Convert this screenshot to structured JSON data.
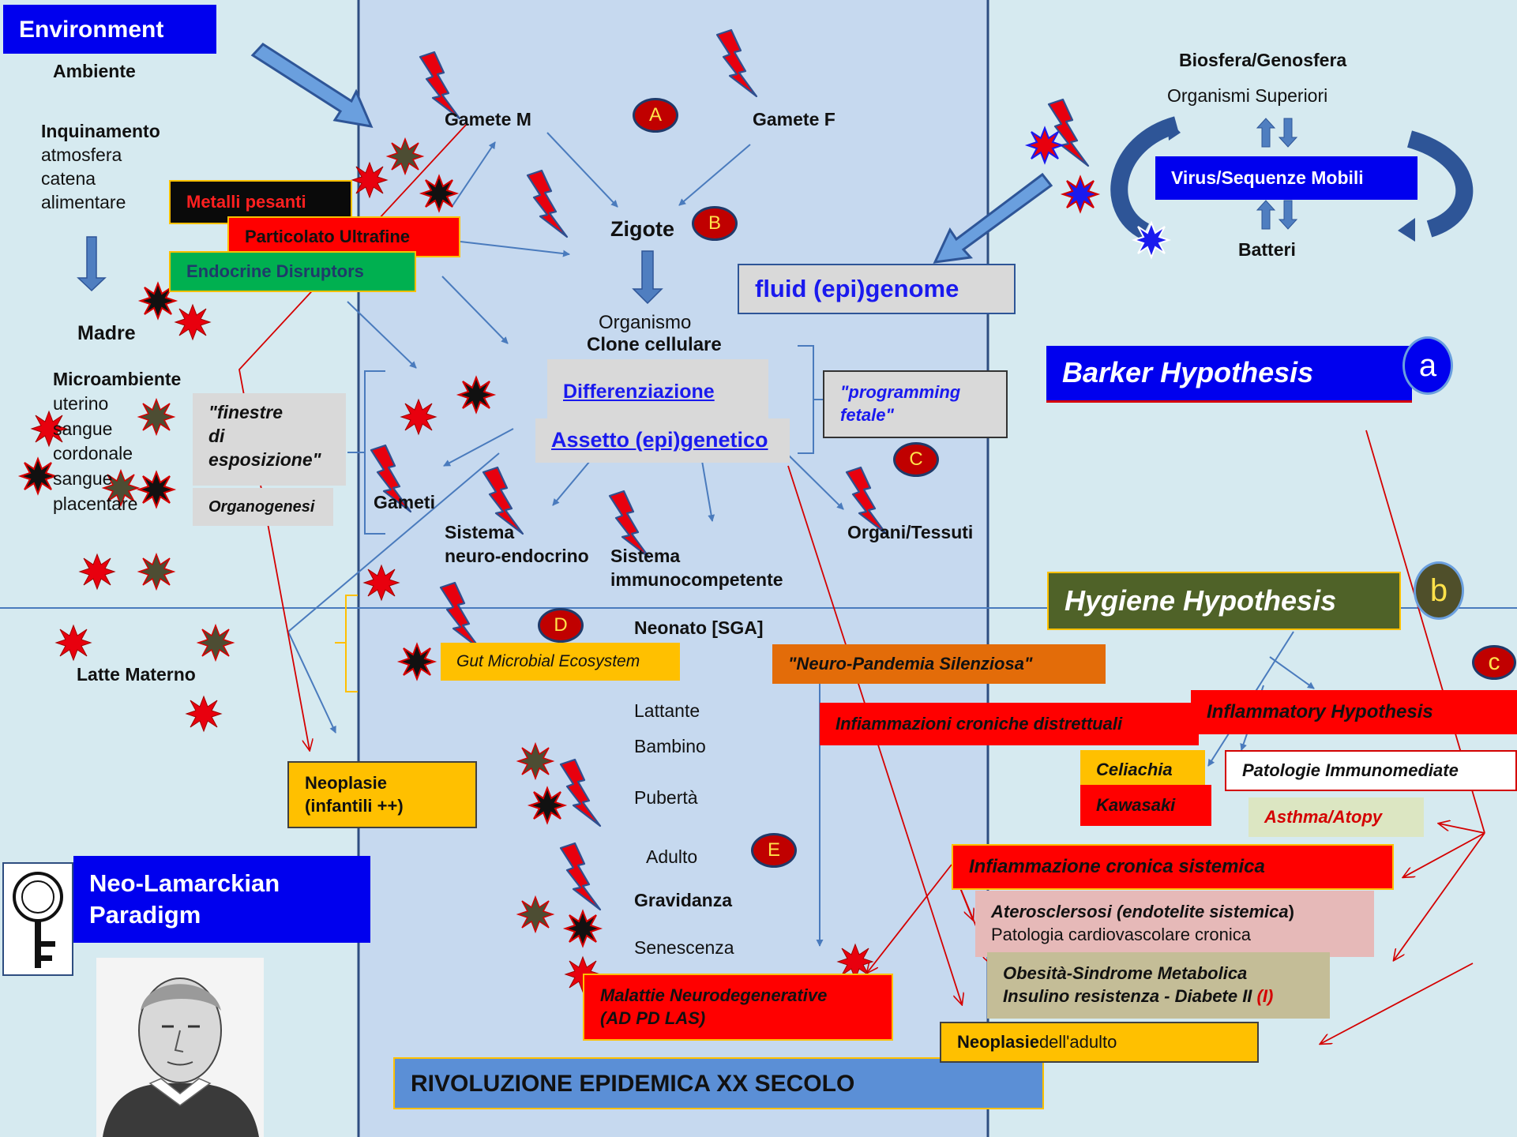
{
  "left": {
    "environment": "Environment",
    "ambiente": "Ambiente",
    "inquinamento_title": "Inquinamento",
    "inquinamento_lines": "atmosfera\ncatena\nalimentare",
    "madre": "Madre",
    "microambiente_title": "Microambiente",
    "microambiente_lines": "uterino\nsangue\ncordonale\nsangue\nplacentare",
    "latte": "Latte Materno",
    "finestre": "\"finestre\ndi\nesposizione\"",
    "organogenesi": "Organogenesi",
    "neoplasie_infantili": "Neoplasie\n(infantili ++)",
    "paradigm": "Neo-Lamarckian\nParadigm"
  },
  "pollutants": {
    "metalli": "Metalli pesanti",
    "particolato": "Particolato Ultrafine",
    "endocrine": "Endocrine Disruptors"
  },
  "center": {
    "gamete_m": "Gamete M",
    "gamete_f": "Gamete F",
    "zigote": "Zigote",
    "organismo": "Organismo",
    "clone": "Clone cellulare",
    "differenziazione": "Differenziazione",
    "assetto": "Assetto (epi)genetico",
    "programming": "\"programming\nfetale\"",
    "gameti": "Gameti",
    "neuro_endocrino": "Sistema\nneuro-endocrino",
    "immuno": "Sistema\nimmunocompetente",
    "organi": "Organi/Tessuti",
    "neonato": "Neonato [SGA]",
    "gut": "Gut Microbial Ecosystem",
    "life_stages": [
      "Lattante",
      "Bambino",
      "Pubertà",
      "Adulto",
      "Gravidanza",
      "Senescenza"
    ],
    "neurodeg": "Malattie Neurodegenerative\n(AD  PD  LAS)",
    "rivoluzione": "RIVOLUZIONE EPIDEMICA XX SECOLO",
    "neuro_pandemia": "\"Neuro-Pandemia Silenziosa\""
  },
  "badges": [
    "A",
    "B",
    "C",
    "D",
    "E"
  ],
  "right": {
    "biosfera": "Biosfera/Genosfera",
    "organismi": "Organismi Superiori",
    "virus": "Virus/Sequenze  Mobili",
    "batteri": "Batteri",
    "fluid": "fluid (epi)genome",
    "barker": "Barker Hypothesis",
    "barker_badge": "a",
    "hygiene": "Hygiene Hypothesis",
    "hygiene_badge": "b",
    "inflam_badge": "c",
    "inflammatory": "Inflammatory Hypothesis",
    "infiammazioni_croniche": "Infiammazioni croniche distrettuali",
    "celiachia": "Celiachia",
    "kawasaki": "Kawasaki",
    "patologie": "Patologie Immunomediate",
    "asthma": "Asthma/Atopy",
    "infiammazione_sistemica": "Infiammazione cronica sistemica",
    "ateroscl_a": "Aterosclersosi (",
    "ateroscl_b": "endotelite sistemica",
    "ateroscl_c": ")",
    "patologia_cv": "Patologia cardiovascolare cronica",
    "obesita": "Obesità-Sindrome Metabolica",
    "insulino": "Insulino resistenza - Diabete II ",
    "insulino_i": "(I)",
    "neoplasie_adulto_b": "Neoplasie",
    "neoplasie_adulto_r": " dell'adulto"
  },
  "colors": {
    "background": "#d6eaf0",
    "center_band": "#c6d9ef",
    "blue_box": "#0000ee",
    "red_box": "#ff0000",
    "yellow_box": "#ffc000",
    "green_box": "#00b050",
    "olive_box": "#4f6228",
    "orange_box": "#e36c09",
    "lightning": "#e8000e"
  }
}
